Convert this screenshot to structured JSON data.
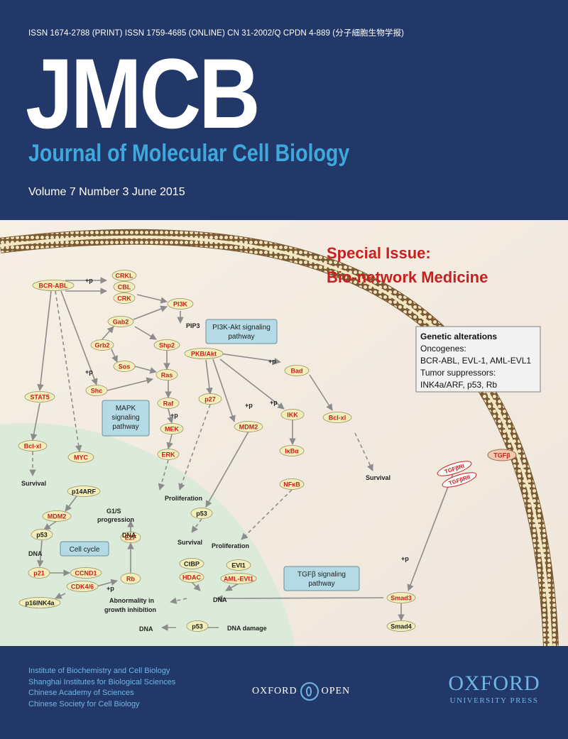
{
  "header": {
    "issn_line": "ISSN 1674-2788 (PRINT)   ISSN 1759-4685 (ONLINE)   CN 31-2002/Q   CPDN 4-889   (分子細胞生物学报)",
    "masthead": "JMCB",
    "subtitle": "Journal of Molecular Cell Biology",
    "volume_line": "Volume 7  Number 3  June 2015"
  },
  "diagram": {
    "special_issue_line1": "Special Issue:",
    "special_issue_line2": "Bio-network Medicine",
    "genetic": {
      "title": "Genetic alterations",
      "line1": "Oncogenes:",
      "line2": "BCR-ABL, EVL-1, AML-EVL1",
      "line3": "Tumor suppressors:",
      "line4": "INK4a/ARF, p53, Rb"
    },
    "pathway_boxes": {
      "pi3k_1": "PI3K-Akt signaling",
      "pi3k_2": "pathway",
      "mapk_1": "MAPK",
      "mapk_2": "signaling",
      "mapk_3": "pathway",
      "cellcycle": "Cell cycle",
      "tgfb_1": "TGFβ signaling",
      "tgfb_2": "pathway"
    },
    "nodes": {
      "bcr_abl": "BCR-ABL",
      "crkl": "CRKL",
      "cbl": "CBL",
      "crk": "CRK",
      "pi3k": "PI3K",
      "gab2": "Gab2",
      "grb2": "Grb2",
      "shp2": "Shp2",
      "sos": "Sos",
      "ras": "Ras",
      "shc": "Shc",
      "pkb_akt": "PKB/Akt",
      "bad": "Bad",
      "stat5": "STAT5",
      "raf": "Raf",
      "mek": "MEK",
      "erk": "ERK",
      "p27": "p27",
      "mdm2_top": "MDM2",
      "ikk": "IKK",
      "bclxl_right": "Bcl-xl",
      "bclxl_left": "Bcl-xl",
      "myc": "MYC",
      "ikba": "IκBα",
      "nfkb": "NFκB",
      "p14arf": "p14ARF",
      "mdm2_low": "MDM2",
      "p53_left": "p53",
      "p53_mid": "p53",
      "p53_bottom": "p53",
      "e2f": "E2F",
      "rb": "Rb",
      "p21": "p21",
      "ccnd1": "CCND1",
      "cdk46": "CDK4/6",
      "p16": "p16INK4a",
      "ctbp": "CtBP",
      "evi1": "EVI1",
      "hdac": "HDAC",
      "aml_evi1": "AML-EVI1",
      "smad3": "Smad3",
      "smad4": "Smad4",
      "tgfb": "TGFβ",
      "tgfbri": "TGFβRI",
      "tgfbrii": "TGFβRII"
    },
    "labels": {
      "p_plus": "+p",
      "pip3": "PIP3",
      "survival": "Survival",
      "proliferation": "Proliferation",
      "g1s_1": "G1/S",
      "g1s_2": "progression",
      "dna": "DNA",
      "dna_damage": "DNA damage",
      "abnorm_1": "Abnormality in",
      "abnorm_2": "growth inhibition"
    }
  },
  "footer": {
    "inst1": "Institute of Biochemistry and Cell Biology",
    "inst2": "Shanghai Institutes for Biological Sciences",
    "inst3": "Chinese Academy of Sciences",
    "inst4": "Chinese Society for Cell Biology",
    "oxford_open_left": "OXFORD",
    "oxford_open_right": "OPEN",
    "oup_name": "OXFORD",
    "oup_press": "UNIVERSITY PRESS"
  },
  "colors": {
    "background": "#223869",
    "subtitle": "#3fa9de",
    "special_issue": "#c8201e",
    "node_fill": "#f2eeb9",
    "node_text": "#c8201e",
    "pathway_box": "#b4dbe5",
    "cell_region": "#dcebd9"
  }
}
